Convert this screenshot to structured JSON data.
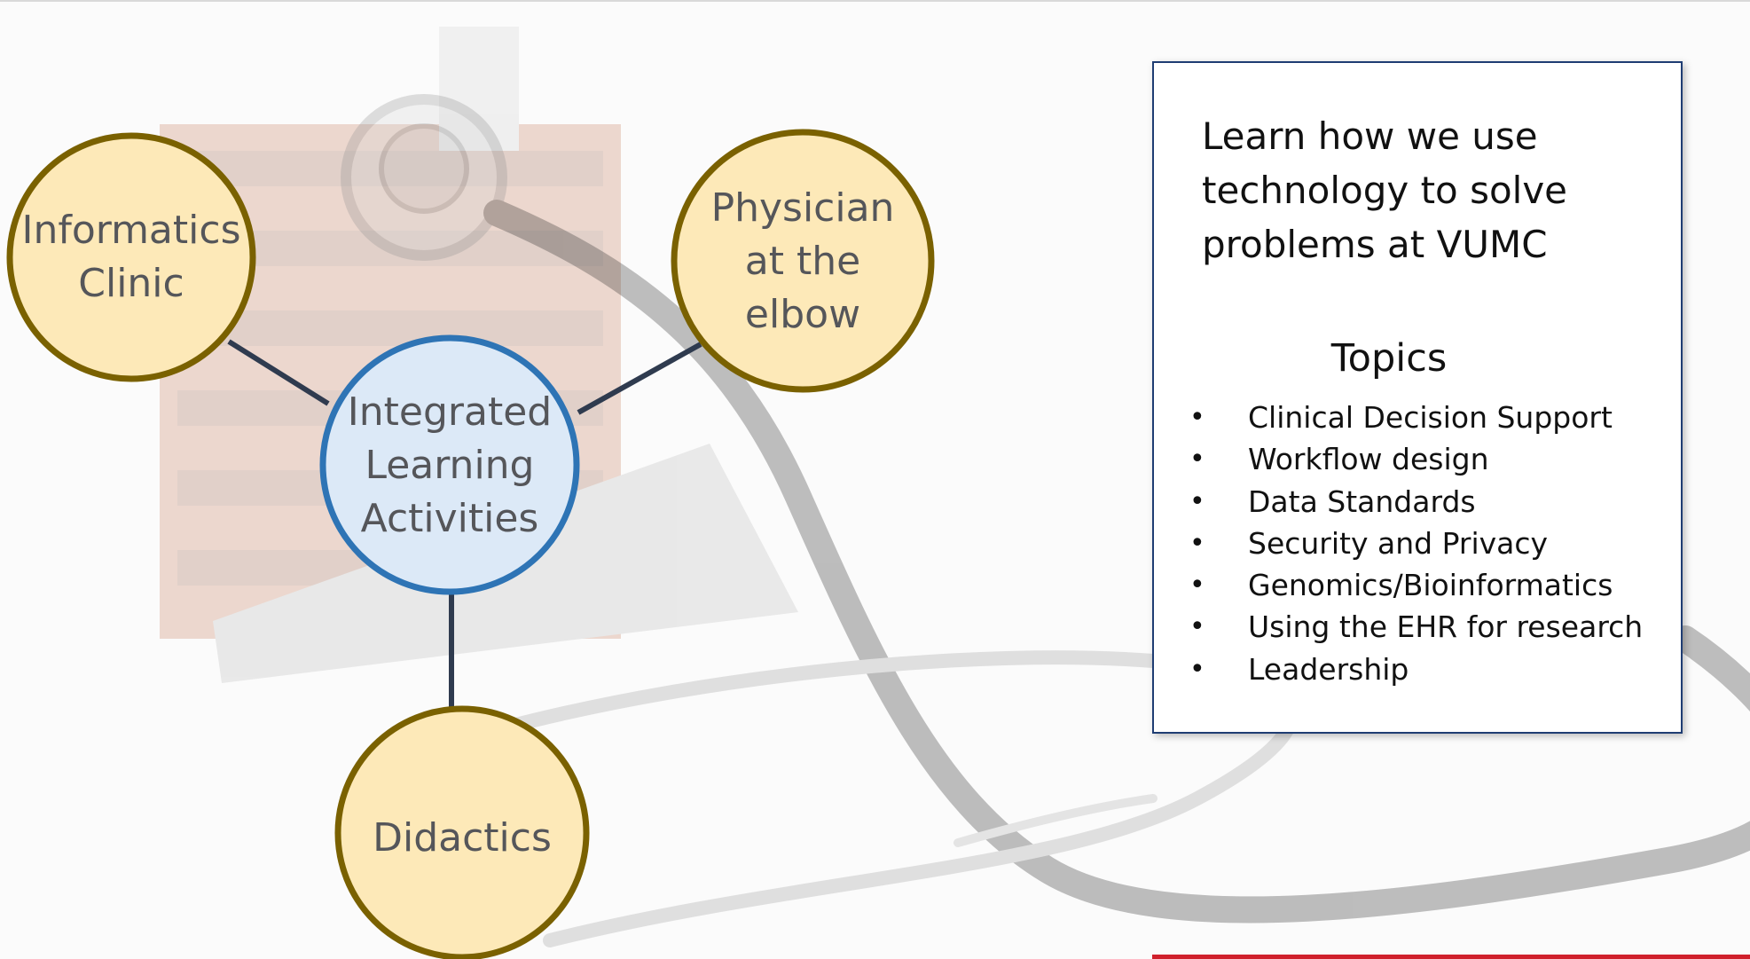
{
  "colors": {
    "satellite_fill": "#fde9b8",
    "satellite_stroke": "#7a6100",
    "center_fill": "#dce9f7",
    "center_stroke": "#2e74b5",
    "connector": "#2f3b4f",
    "box_border": "#1f3d73",
    "accent_rule": "#d0202c"
  },
  "diagram": {
    "center": {
      "lines": [
        "Integrated",
        "Learning",
        "Activities"
      ]
    },
    "satellites": [
      {
        "id": "informatics-clinic",
        "lines": [
          "Informatics",
          "Clinic"
        ]
      },
      {
        "id": "physician-at-the-elbow",
        "lines": [
          "Physician",
          "at the",
          "elbow"
        ]
      },
      {
        "id": "didactics",
        "lines": [
          "Didactics"
        ]
      }
    ]
  },
  "info_box": {
    "intro_lines": [
      "Learn how we use",
      "technology to solve",
      "problems at VUMC"
    ],
    "topics_heading": "Topics",
    "bullet": "•",
    "topics": [
      "Clinical Decision Support",
      "Workflow design",
      "Data Standards",
      "Security and Privacy",
      "Genomics/Bioinformatics",
      "Using the EHR for research",
      "Leadership"
    ]
  }
}
